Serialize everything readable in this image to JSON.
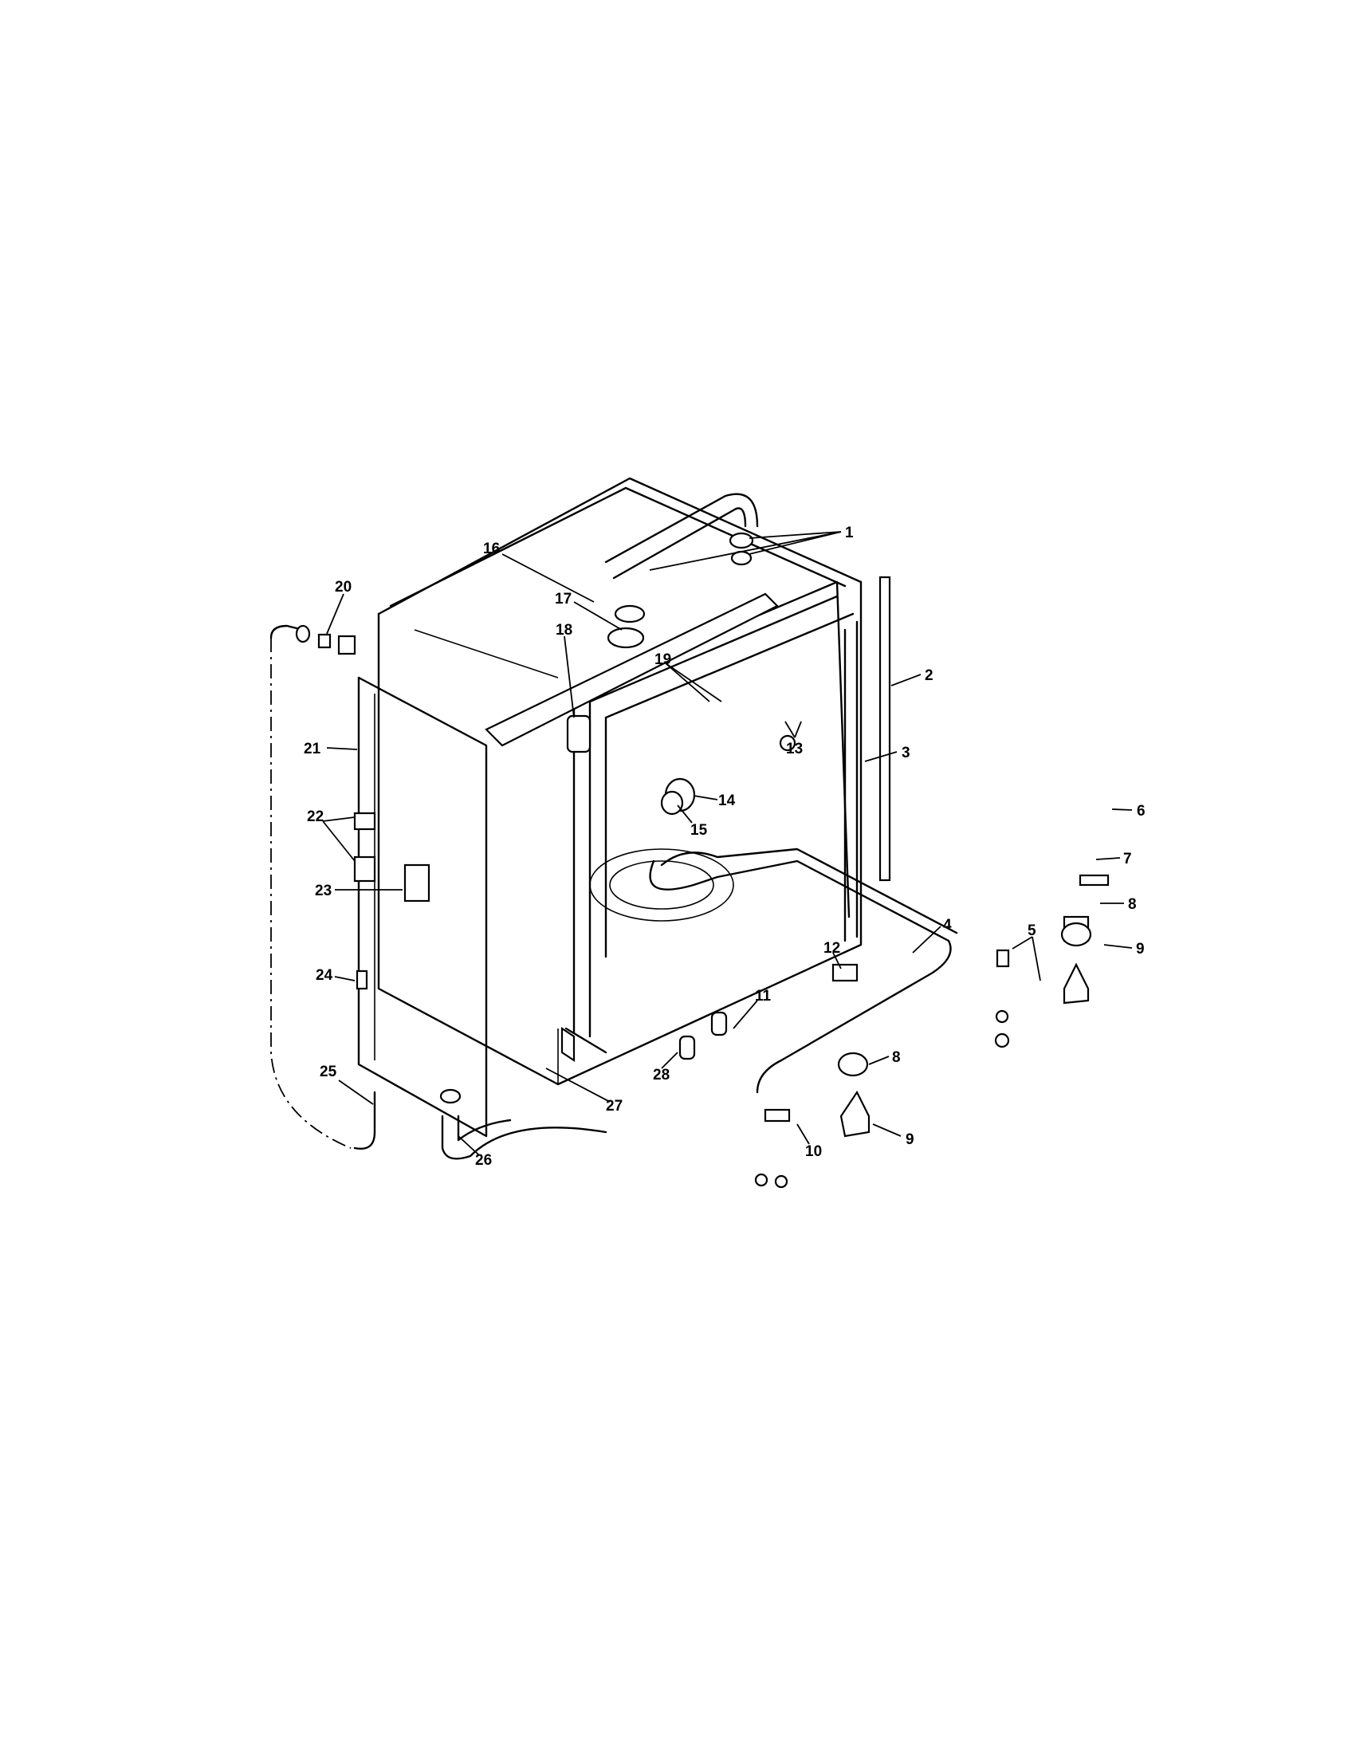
{
  "diagram": {
    "title": "Dishwasher tub and frame exploded parts view",
    "callouts": [
      "1",
      "2",
      "3",
      "4",
      "5",
      "6",
      "7",
      "8",
      "9",
      "10",
      "11",
      "12",
      "13",
      "14",
      "15",
      "16",
      "17",
      "18",
      "19",
      "20",
      "21",
      "22",
      "23",
      "24",
      "25",
      "26",
      "27",
      "28"
    ],
    "callouts_repeat": {
      "8": "8",
      "9": "9"
    }
  }
}
